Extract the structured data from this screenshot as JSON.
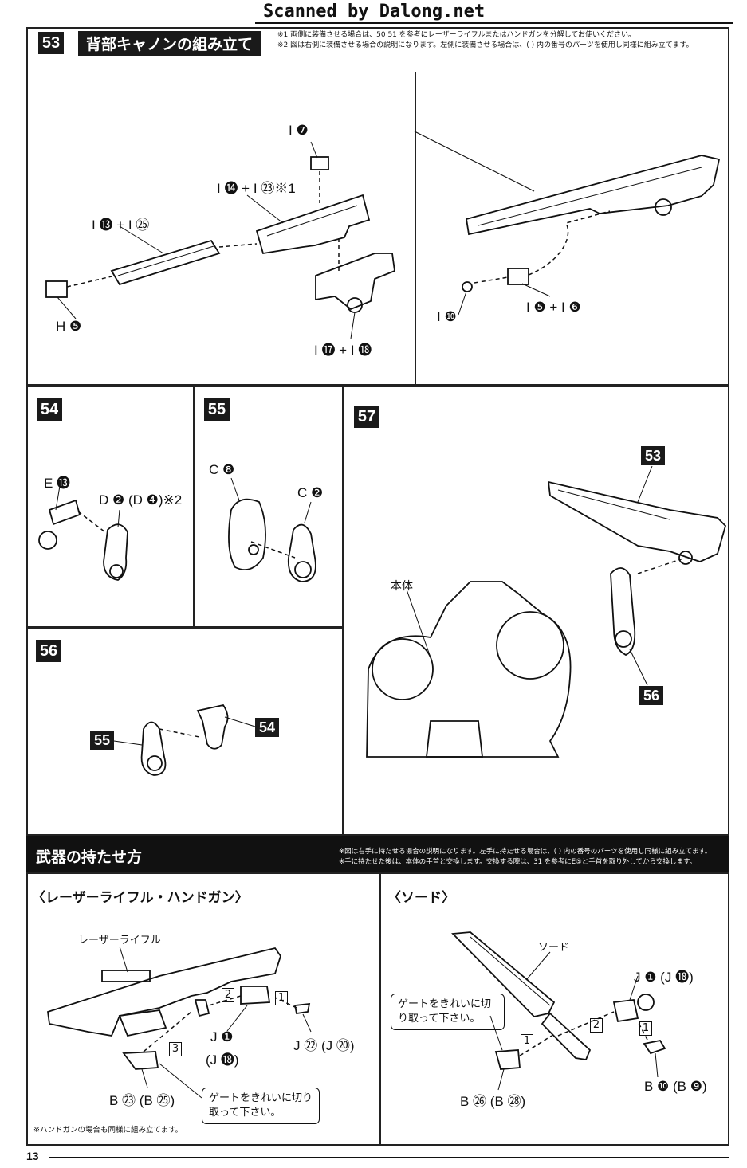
{
  "header": {
    "site": "Scanned by Dalong.net"
  },
  "page_number": "13",
  "step53": {
    "number": "53",
    "title": "背部キャノンの組み立て",
    "note1": "※1 両側に装備させる場合は、50 51 を参考にレーザーライフルまたはハンドガンを分解してお使いください。",
    "note2": "※2 図は右側に装備させる場合の説明になります。左側に装備させる場合は、( ) 内の番号のパーツを使用し同様に組み立てます。",
    "labels": {
      "i7": "I ❼",
      "i14_23": "I ⓮ + I ㉓※1",
      "i13_25": "I ⓭ + I ㉕",
      "h5": "H ❺",
      "i17_18": "I ⓱ + I ⓲",
      "i10": "I ❿",
      "i5_6": "I ❺ + I ❻"
    }
  },
  "step54": {
    "number": "54",
    "e13": "E ⓭",
    "d2": "D ❷ (D ❹)※2"
  },
  "step55": {
    "number": "55",
    "c8": "C ❽",
    "c2": "C ❷"
  },
  "step56": {
    "number": "56",
    "ref55": "55",
    "ref54": "54"
  },
  "step57": {
    "number": "57",
    "ref53": "53",
    "ref56": "56",
    "body_label": "本体"
  },
  "weapons": {
    "title": "武器の持たせ方",
    "note1": "※図は右手に持たせる場合の説明になります。左手に持たせる場合は、( ) 内の番号のパーツを使用し同様に組み立てます。",
    "note2": "※手に持たせた後は、本体の手首と交換します。交換する際は、31 を参考にE⑤と手首を取り外してから交換します。",
    "rifle": {
      "heading": "〈レーザーライフル・ハンドガン〉",
      "rifle_label": "レーザーライフル",
      "j1": "J ❶",
      "j18": "(J ⓲)",
      "j22": "J ㉒ (J ⑳)",
      "b23": "B ㉓ (B ㉕)",
      "callout": "ゲートをきれいに切り取って下さい。",
      "footnote": "※ハンドガンの場合も同様に組み立てます。",
      "step1": "1",
      "step2": "2",
      "step3": "3"
    },
    "sword": {
      "heading": "〈ソード〉",
      "sword_label": "ソード",
      "j1": "J ❶ (J ⓲)",
      "b10": "B ❿ (B ❾)",
      "b26": "B ㉖ (B ㉘)",
      "callout": "ゲートをきれいに切り取って下さい。",
      "step1a": "1",
      "step1b": "1",
      "step2": "2"
    }
  }
}
